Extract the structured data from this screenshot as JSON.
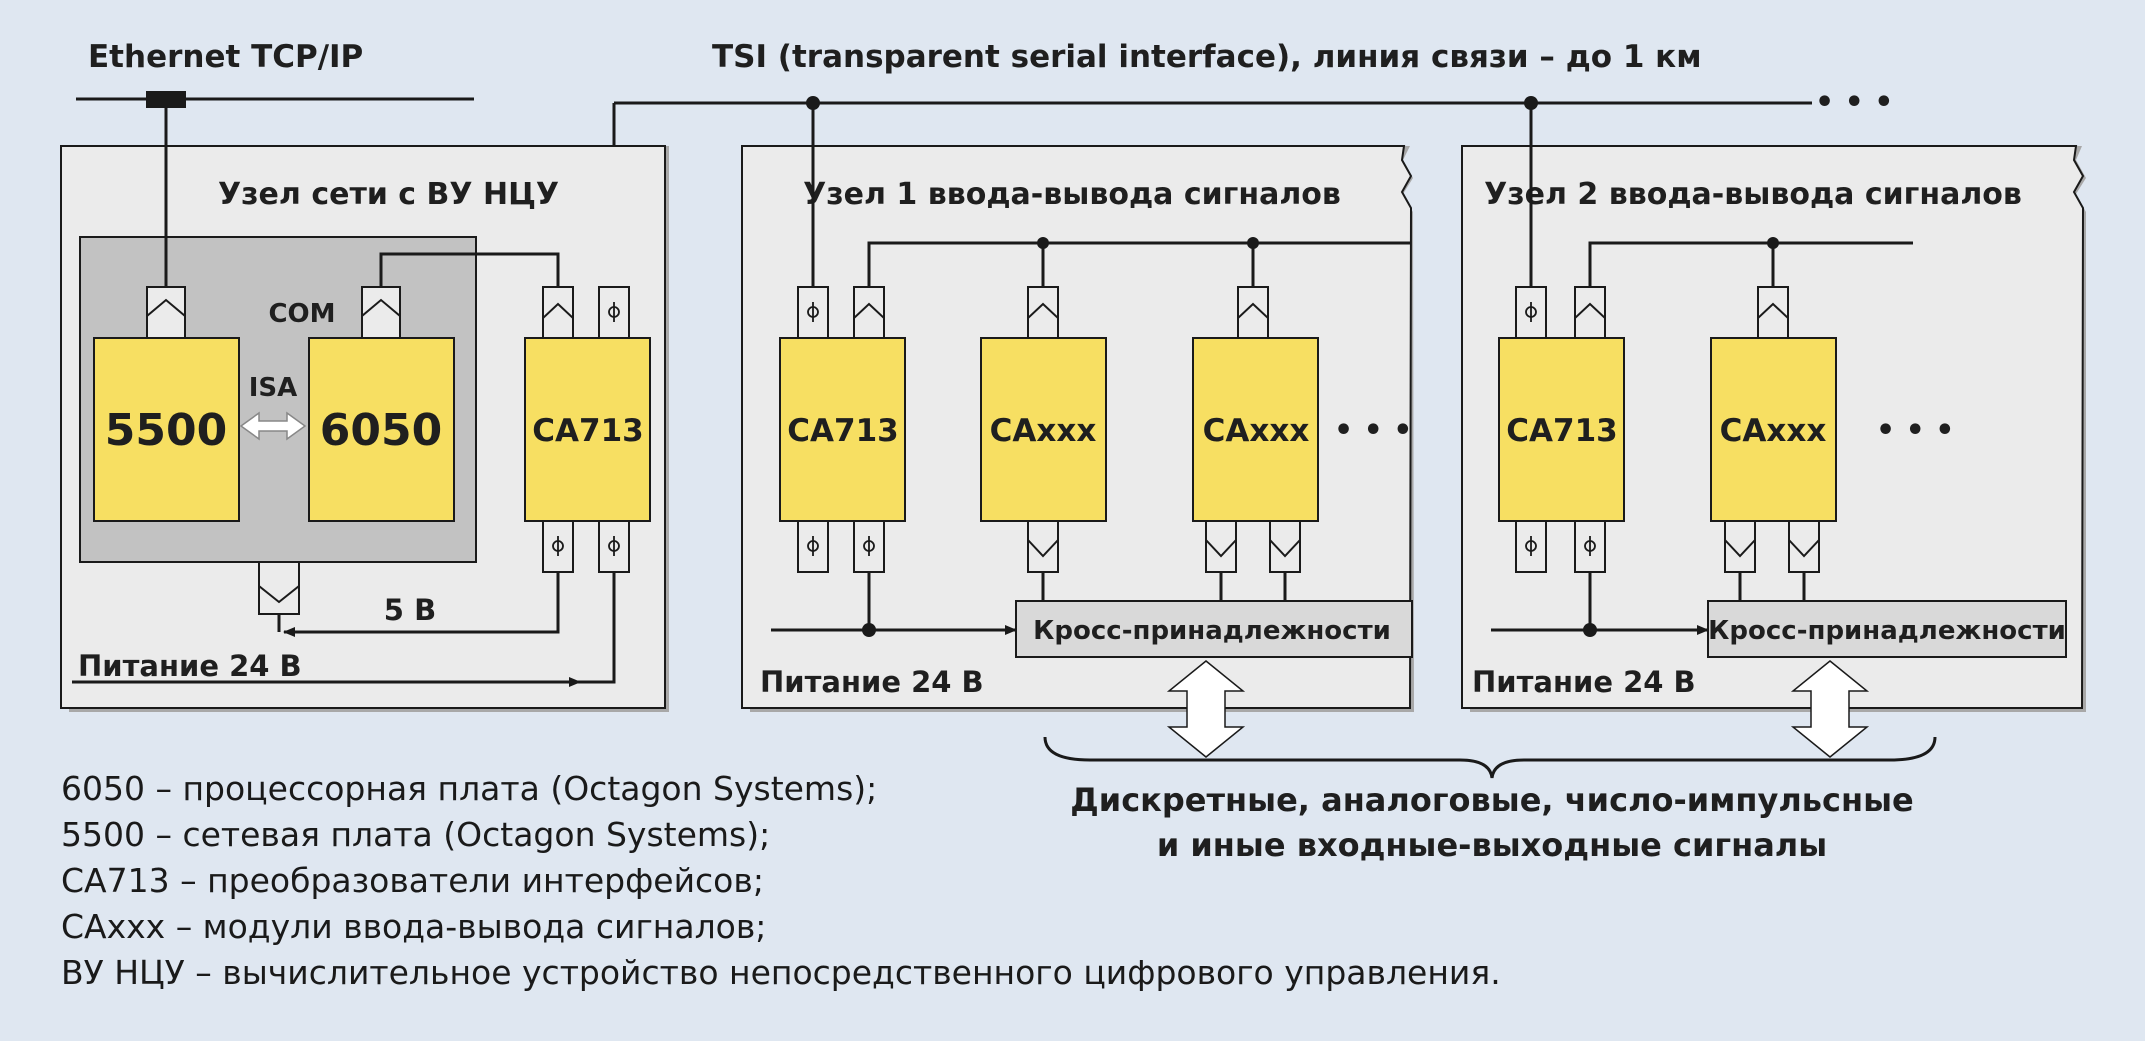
{
  "diagram": {
    "ethernet_label": "Ethernet TCP/IP",
    "tsi_label": "TSI (transparent serial interface), линия связи – до 1 км",
    "node0": {
      "title": "Узел сети с ВУ НЦУ",
      "com": "COM",
      "isa": "ISA",
      "module_5500": "5500",
      "module_6050": "6050",
      "module_ca713": "CA713",
      "volt5": "5 В",
      "power": "Питание 24 В"
    },
    "node1": {
      "title": "Узел 1 ввода-вывода сигналов",
      "module_ca713": "CA713",
      "module_a": "CAxxx",
      "module_b": "CAxxx",
      "cross": "Кросс-принадлежности",
      "power": "Питание 24 В"
    },
    "node2": {
      "title": "Узел 2 ввода-вывода сигналов",
      "module_ca713": "CA713",
      "module_a": "CAxxx",
      "cross": "Кросс-принадлежности",
      "power": "Питание 24 В"
    },
    "ellipsis": "• • •",
    "signals_line1": "Дискретные, аналоговые, число-импульсные",
    "signals_line2": "и иные входные-выходные сигналы"
  },
  "legend": [
    "6050 – процессорная плата (Octagon Systems);",
    "5500 – сетевая плата (Octagon Systems);",
    "CA713 – преобразователи интерфейсов;",
    "CAxxx – модули ввода-вывода сигналов;",
    "ВУ НЦУ – вычислительное устройство непосредственного цифрового управления."
  ],
  "colors": {
    "background": "#dfe7f1",
    "module_yellow": "#f7df62",
    "panel_light": "#ececec",
    "panel_dark": "#c2c2c2",
    "line": "#1a1a1a"
  }
}
